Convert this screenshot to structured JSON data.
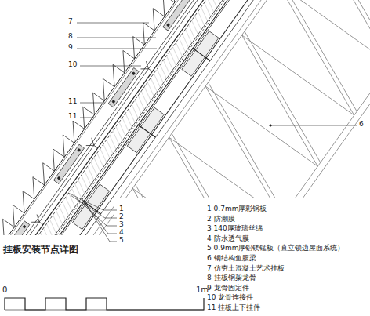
{
  "diagram": {
    "title": "挂板安装节点详图",
    "labels": [
      "7",
      "8",
      "9",
      "10",
      "11",
      "11",
      "1",
      "2",
      "3",
      "4",
      "5",
      "6",
      "1 0.7mm厚彩钢板",
      "2 防潮膜",
      "3 140厚玻璃丝绵",
      "4 防水透气膜",
      "5 0.9mm厚铝镁锰板（直立锁边屋面系统）",
      "6 钢结构鱼腹梁",
      "7 仿夯土混凝土艺术挂板",
      "8 挂板钢架龙骨",
      "9 龙骨固定件",
      "10 龙骨连接件",
      "11 挂板上下挂件",
      "0",
      "1m"
    ]
  }
}
